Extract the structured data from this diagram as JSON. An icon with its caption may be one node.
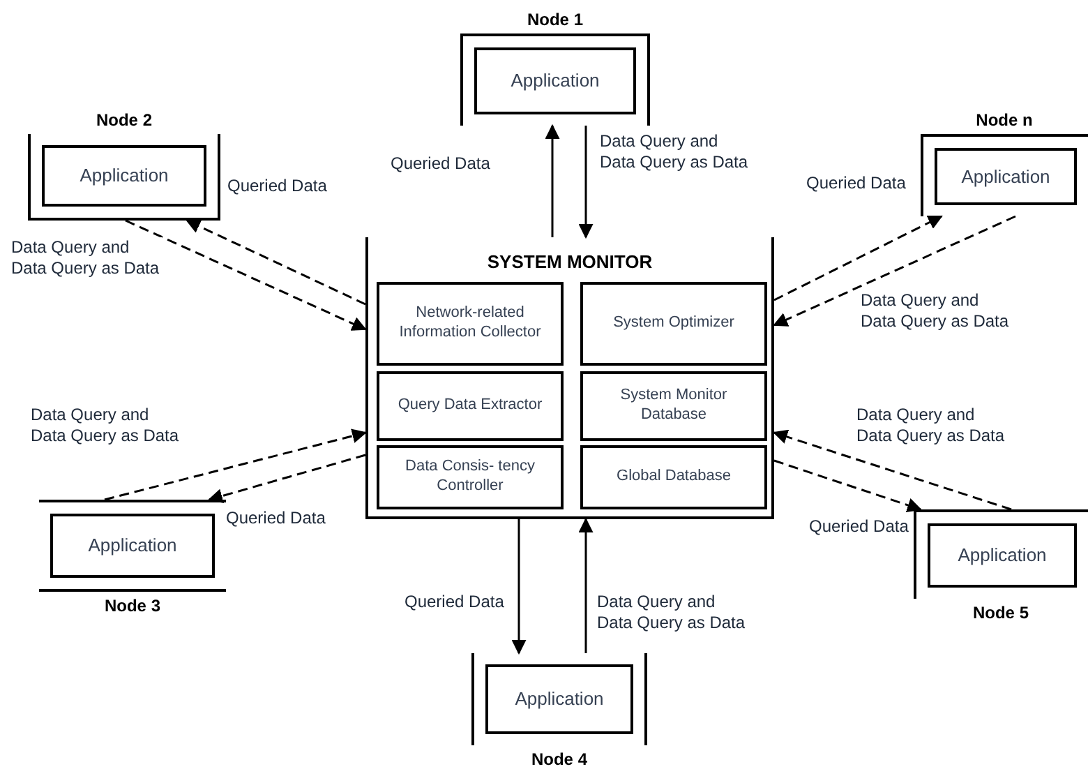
{
  "diagram": {
    "nodes": [
      {
        "text": [
          "Node 1",
          "Application"
        ]
      },
      {
        "text": [
          "Node 2",
          "Application"
        ]
      },
      {
        "text": [
          "Node n",
          "Application"
        ]
      },
      {
        "text": [
          "SYSTEM MONITOR"
        ]
      },
      {
        "text": [
          "Network-related Information Collector"
        ],
        "in": 3
      },
      {
        "text": [
          "System Optimizer"
        ],
        "in": 3
      },
      {
        "text": [
          "Query Data Extractor"
        ],
        "in": 3
      },
      {
        "text": [
          "System Monitor Database"
        ],
        "in": 3
      },
      {
        "text": [
          "Data Consis- tency Controller"
        ],
        "in": 3
      },
      {
        "text": [
          "Global Database"
        ],
        "in": 3
      },
      {
        "text": [
          "Application",
          "Node 3"
        ]
      },
      {
        "text": [
          "Application",
          "Node 5"
        ]
      },
      {
        "text": [
          "Application",
          "Node 4"
        ]
      }
    ],
    "edges": [
      {
        "from": 3,
        "to": 0,
        "arrow": "to",
        "label": "Queried Data"
      },
      {
        "from": 0,
        "to": 3,
        "arrow": "to",
        "label": "Data Query and Data Query as Data"
      },
      {
        "from": 3,
        "to": 1,
        "arrow": "to",
        "label": "Queried Data",
        "style": "dashed"
      },
      {
        "from": 1,
        "to": 3,
        "arrow": "to",
        "label": "Data Query and Data Query as Data",
        "style": "dashed"
      },
      {
        "from": 3,
        "to": 2,
        "arrow": "to",
        "label": "Queried Data",
        "style": "dashed"
      },
      {
        "from": 2,
        "to": 3,
        "arrow": "to",
        "label": "Data Query and Data Query as Data",
        "style": "dashed"
      },
      {
        "from": 10,
        "to": 3,
        "arrow": "to",
        "label": "Data Query and Data Query as Data",
        "style": "dashed"
      },
      {
        "from": 3,
        "to": 10,
        "arrow": "to",
        "label": "Queried Data",
        "style": "dashed"
      },
      {
        "from": 11,
        "to": 3,
        "arrow": "to",
        "label": "Data Query and Data Query as Data",
        "style": "dashed"
      },
      {
        "from": 3,
        "to": 11,
        "arrow": "to",
        "label": "Queried Data",
        "style": "dashed"
      },
      {
        "from": 3,
        "to": 12,
        "arrow": "to",
        "label": "Queried Data"
      },
      {
        "from": 12,
        "to": 3,
        "arrow": "to",
        "label": "Data Query and Data Query as Data"
      }
    ]
  }
}
